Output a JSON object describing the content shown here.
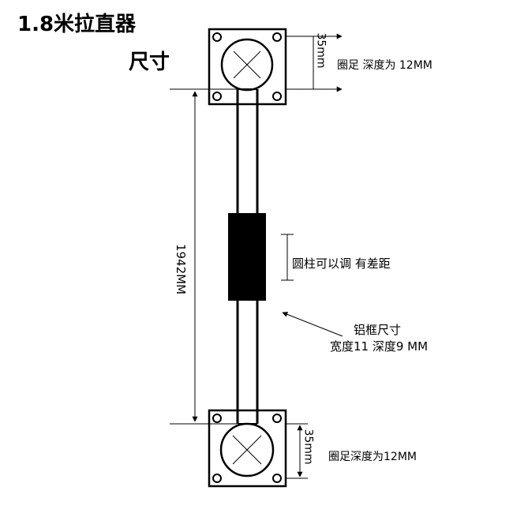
{
  "title": {
    "line1": "1.8米拉直器",
    "line2": "尺寸"
  },
  "dimensions": {
    "top_plate_height": "35mm",
    "bottom_plate_height": "35mm",
    "total_length": "1942MM"
  },
  "notes": {
    "top_foot_depth": "圈足 深度为 12MM",
    "bottom_foot_depth": "圈足深度为12MM",
    "cylinder_adjustable": "圆柱可以调 有差距",
    "aluminum_frame_title": "铝框尺寸",
    "aluminum_frame_size": "宽度11 深度9 MM"
  }
}
